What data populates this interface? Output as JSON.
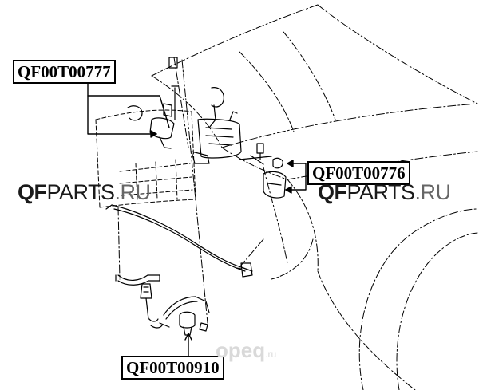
{
  "labels": {
    "part_top_left": "QF00T00777",
    "part_right": "QF00T00776",
    "part_bottom": "QF00T00910"
  },
  "watermarks": {
    "brand_strong": "QF",
    "brand_rest": "PARTS",
    "brand_tld": ".RU"
  },
  "faint_logo": {
    "name": "ореq",
    "tld": ".ru"
  }
}
